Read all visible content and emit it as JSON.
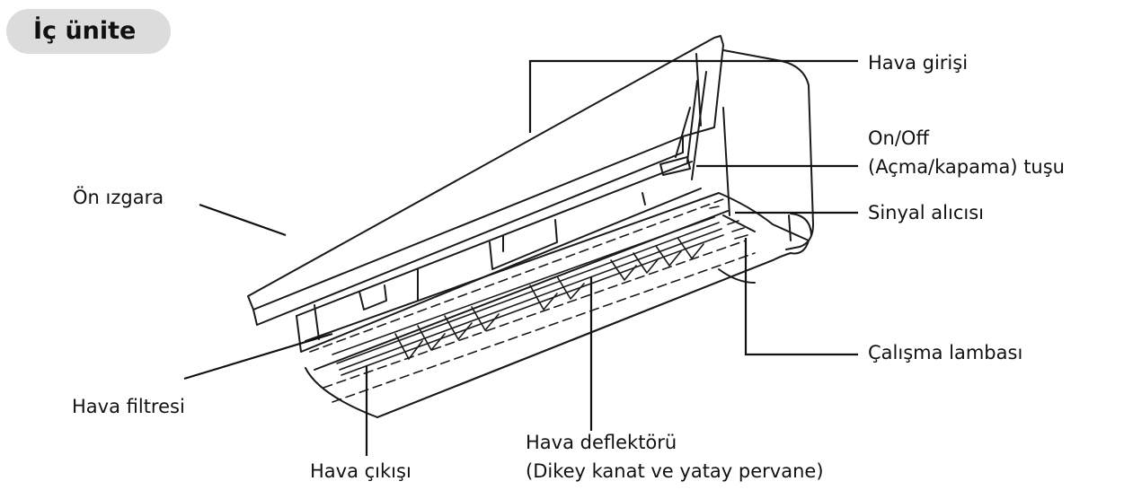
{
  "section_title": "İç ünite",
  "labels": {
    "hava_girisi": "Hava girişi",
    "on_off_line1": "On/Off",
    "on_off_line2": "(Açma/kapama) tuşu",
    "sinyal_alicisi": "Sinyal alıcısı",
    "calisma_lambasi": "Çalışma lambası",
    "on_izgara": "Ön ızgara",
    "hava_filtresi": "Hava filtresi",
    "hava_deflektoru_line1": "Hava deflektörü",
    "hava_deflektoru_line2": "(Dikey kanat ve yatay pervane)",
    "hava_cikisi": "Hava çıkışı"
  }
}
